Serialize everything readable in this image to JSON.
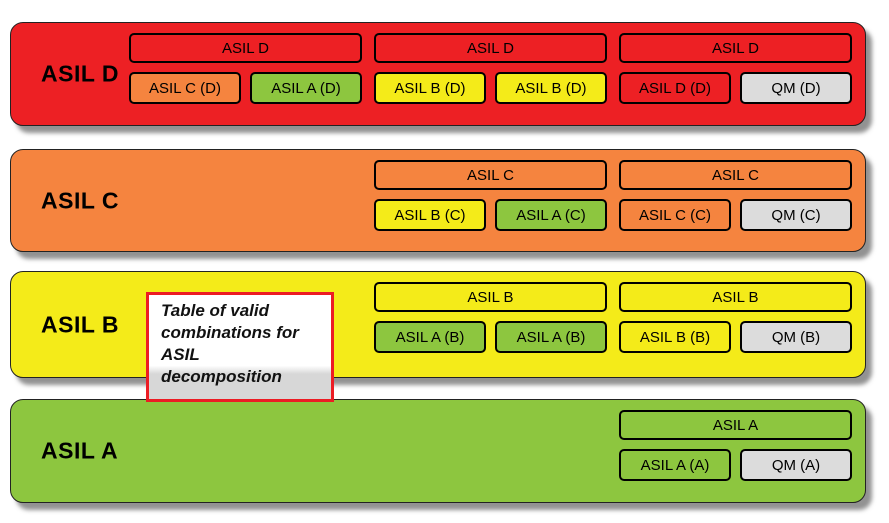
{
  "colors": {
    "red": "#ed2024",
    "orange": "#f5843f",
    "yellow": "#f4eb19",
    "green": "#8dc63f",
    "gray": "#dcdcdc"
  },
  "annotation": {
    "text": "Table of valid combinations for ASIL decomposition"
  },
  "bands": [
    {
      "label": "ASIL D",
      "color": "red",
      "groups": [
        {
          "header": "ASIL D",
          "items": [
            {
              "label": "ASIL C (D)",
              "color": "orange"
            },
            {
              "label": "ASIL A (D)",
              "color": "green"
            }
          ]
        },
        {
          "header": "ASIL D",
          "items": [
            {
              "label": "ASIL B (D)",
              "color": "yellow"
            },
            {
              "label": "ASIL B (D)",
              "color": "yellow"
            }
          ]
        },
        {
          "header": "ASIL D",
          "items": [
            {
              "label": "ASIL D (D)",
              "color": "red"
            },
            {
              "label": "QM (D)",
              "color": "gray"
            }
          ]
        }
      ]
    },
    {
      "label": "ASIL C",
      "color": "orange",
      "groups": [
        {
          "header": "ASIL C",
          "items": [
            {
              "label": "ASIL B (C)",
              "color": "yellow"
            },
            {
              "label": "ASIL A (C)",
              "color": "green"
            }
          ]
        },
        {
          "header": "ASIL C",
          "items": [
            {
              "label": "ASIL C (C)",
              "color": "orange"
            },
            {
              "label": "QM (C)",
              "color": "gray"
            }
          ]
        }
      ]
    },
    {
      "label": "ASIL B",
      "color": "yellow",
      "groups": [
        {
          "header": "ASIL B",
          "items": [
            {
              "label": "ASIL A (B)",
              "color": "green"
            },
            {
              "label": "ASIL A (B)",
              "color": "green"
            }
          ]
        },
        {
          "header": "ASIL B",
          "items": [
            {
              "label": "ASIL B (B)",
              "color": "yellow"
            },
            {
              "label": "QM (B)",
              "color": "gray"
            }
          ]
        }
      ]
    },
    {
      "label": "ASIL A",
      "color": "green",
      "groups": [
        {
          "header": "ASIL A",
          "items": [
            {
              "label": "ASIL A (A)",
              "color": "green"
            },
            {
              "label": "QM (A)",
              "color": "gray"
            }
          ]
        }
      ]
    }
  ]
}
